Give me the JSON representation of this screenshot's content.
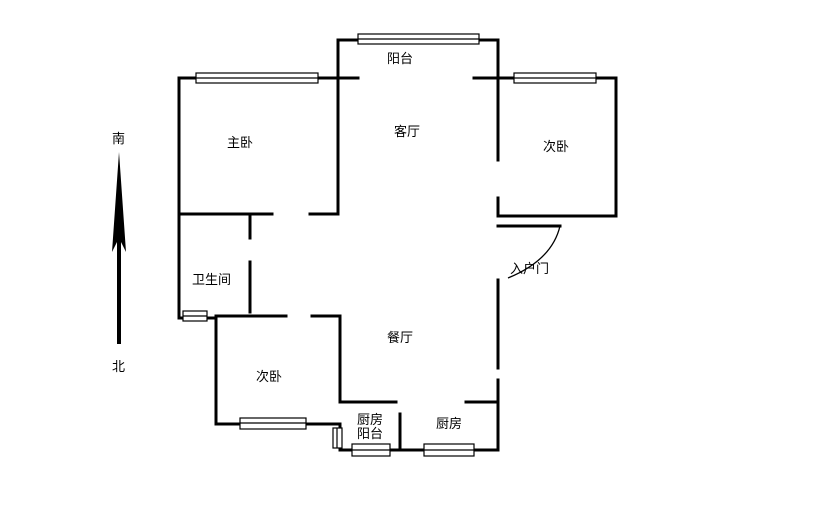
{
  "labels": {
    "balcony_top": "阳台",
    "living_room": "客厅",
    "master_bedroom": "主卧",
    "second_bedroom_east": "次卧",
    "bathroom": "卫生间",
    "entrance_door": "入户门",
    "dining_room": "餐厅",
    "second_bedroom_south": "次卧",
    "kitchen_balcony_line1": "厨房",
    "kitchen_balcony_line2": "阳台",
    "kitchen": "厨房",
    "compass_south": "南",
    "compass_north": "北"
  },
  "colors": {
    "wall": "#000000",
    "window_fill": "#ffffff"
  }
}
